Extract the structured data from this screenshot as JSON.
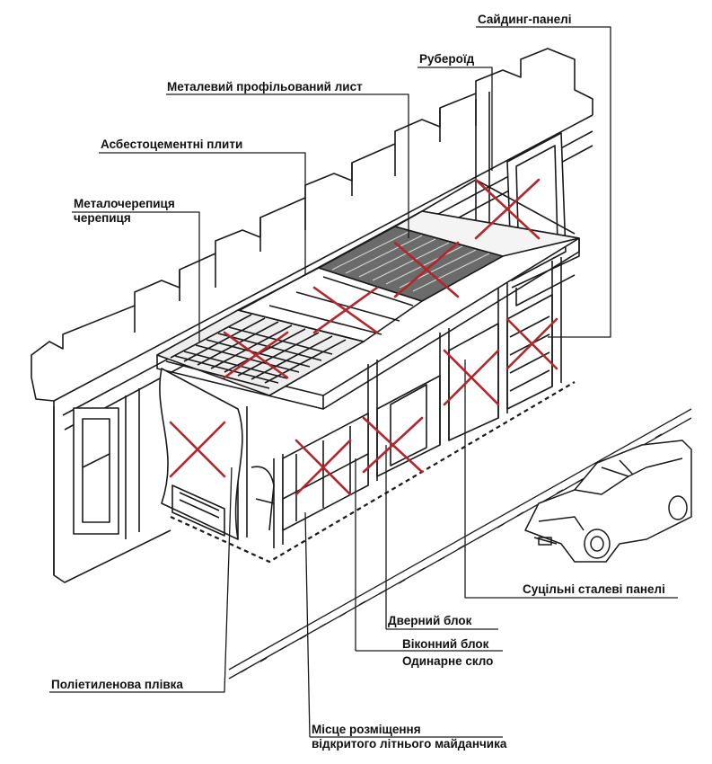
{
  "labels": {
    "siding": "Сайдинг-панелі",
    "ruberoid": "Рубероїд",
    "metal_sheet": "Металевий профільований лист",
    "asbestos": "Асбестоцементні плити",
    "metal_tile_1": "Металочерепиця",
    "metal_tile_2": "черепиця",
    "steel_panels": "Суцільні сталеві панелі",
    "door": "Дверний блок",
    "window": "Віконний блок",
    "single_glass": "Одинарне скло",
    "poly_film": "Поліетиленова плівка",
    "place_1": "Місце розміщення",
    "place_2": "відкритого літнього майданчика"
  },
  "colors": {
    "line": "#1a1a1a",
    "cross": "#b3262b",
    "background": "#ffffff"
  },
  "icons": [
    "red-cross-mark",
    "car-icon"
  ]
}
